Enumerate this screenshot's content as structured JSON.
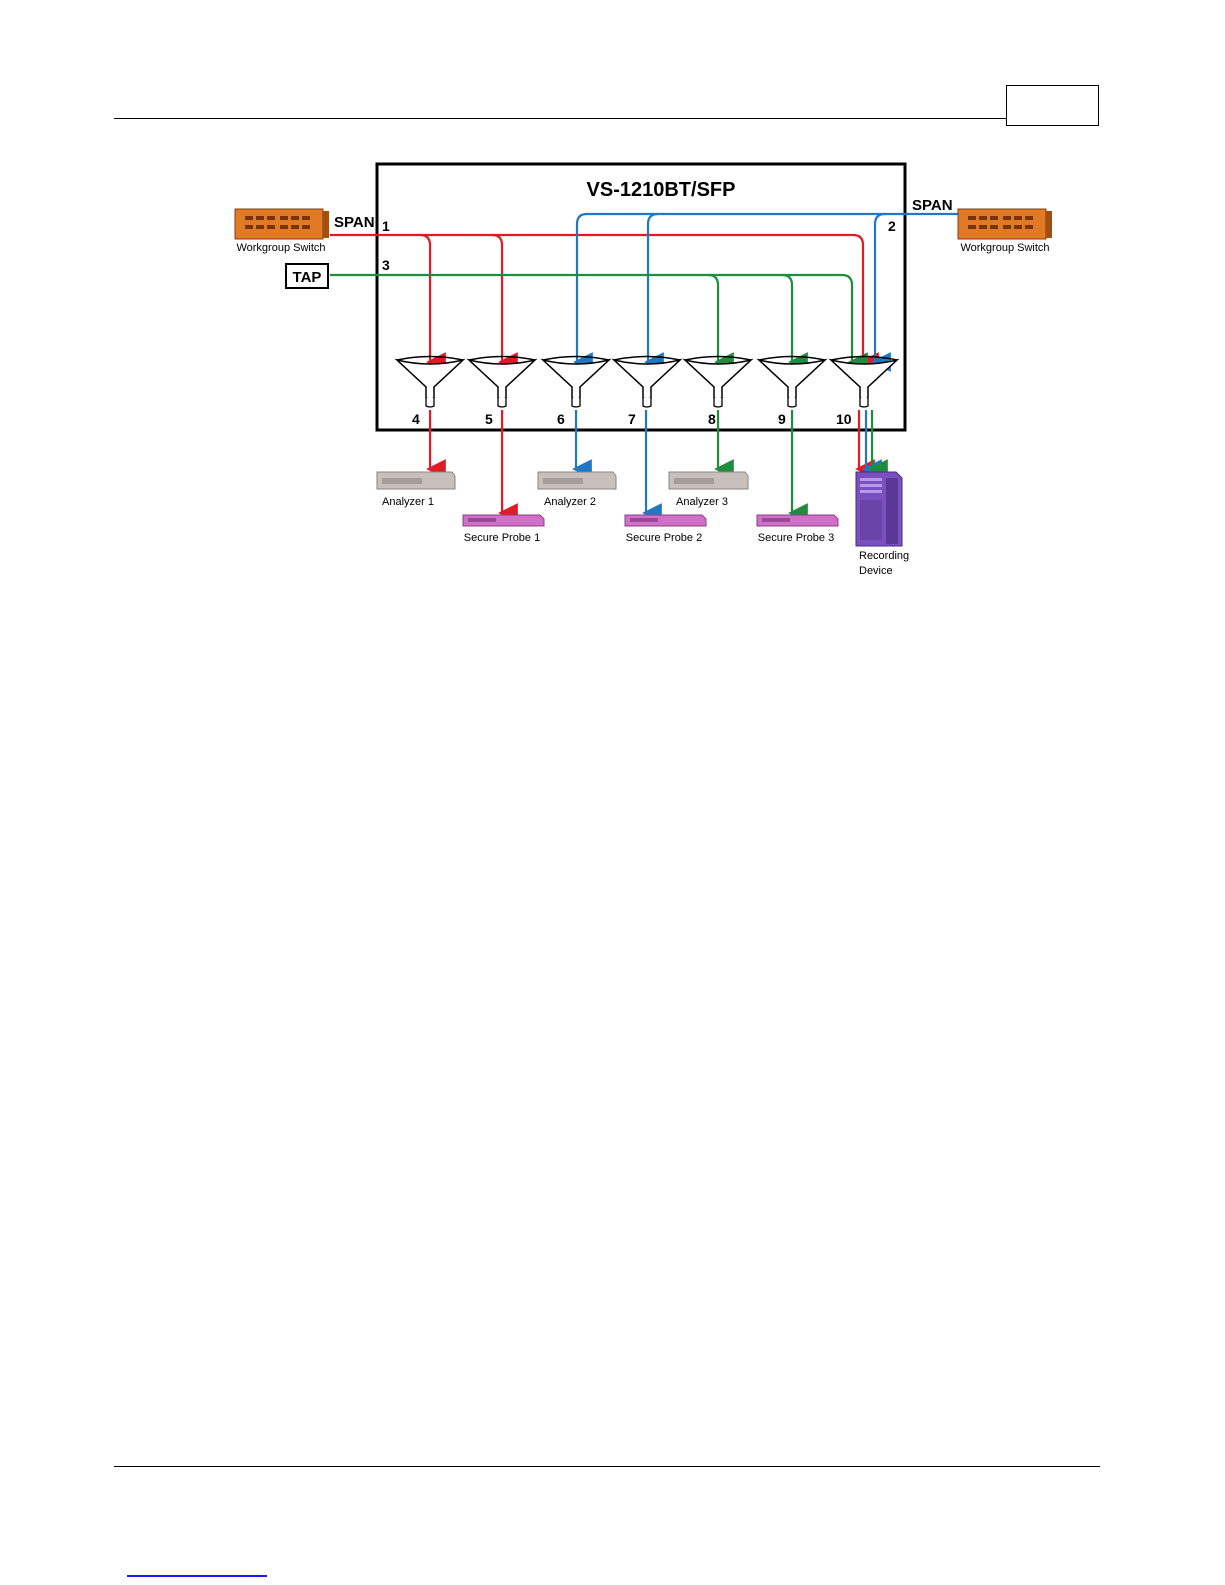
{
  "device_title": "VS-1210BT/SFP",
  "sources": {
    "span_left": "SPAN",
    "span_right": "SPAN",
    "tap": "TAP",
    "switch_left": "Workgroup Switch",
    "switch_right": "Workgroup Switch"
  },
  "ports": {
    "p1": "1",
    "p2": "2",
    "p3": "3",
    "p4": "4",
    "p5": "5",
    "p6": "6",
    "p7": "7",
    "p8": "8",
    "p9": "9",
    "p10": "10"
  },
  "devices": {
    "analyzer1": "Analyzer 1",
    "analyzer2": "Analyzer 2",
    "analyzer3": "Analyzer 3",
    "probe1": "Secure Probe 1",
    "probe2": "Secure Probe 2",
    "probe3": "Secure Probe 3",
    "recording_line1": "Recording",
    "recording_line2": "Device"
  },
  "colors": {
    "red_path": "#e01b24",
    "blue_path": "#1f78c1",
    "green_path": "#1e8e3e",
    "switch_orange": "#e07a26",
    "analyzer_gray": "#c8c0bc",
    "probe_pink": "#d070c8",
    "recorder_purple": "#7a4fbf"
  }
}
